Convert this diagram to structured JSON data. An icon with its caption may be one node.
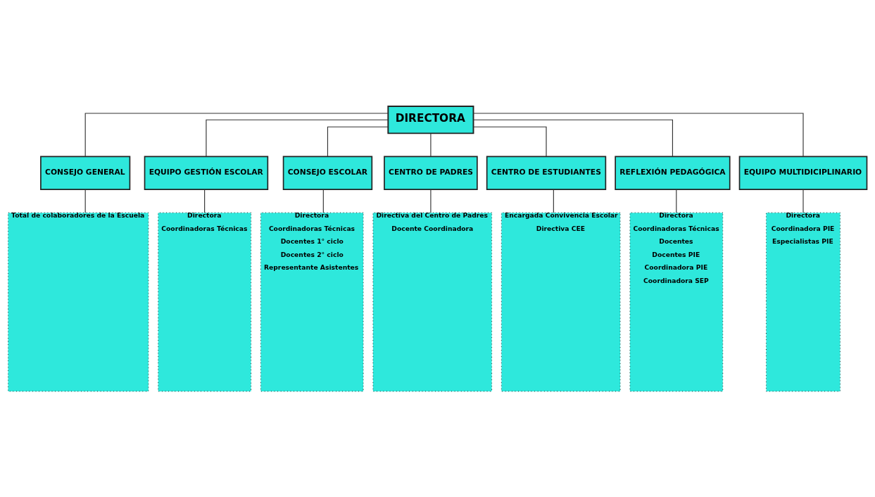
{
  "diagram": {
    "nodes": [
      {
        "text": [
          "DIRECTORA"
        ]
      },
      {
        "text": [
          "CONSEJO GENERAL"
        ]
      },
      {
        "text": [
          "EQUIPO GESTIÓN ESCOLAR"
        ]
      },
      {
        "text": [
          "CONSEJO ESCOLAR"
        ]
      },
      {
        "text": [
          "CENTRO DE PADRES"
        ]
      },
      {
        "text": [
          "CENTRO DE ESTUDIANTES"
        ]
      },
      {
        "text": [
          "REFLEXIÓN PEDAGÓGICA"
        ]
      },
      {
        "text": [
          "EQUIPO MULTIDICIPLINARIO"
        ]
      },
      {
        "text": [
          "Total de colaboradores de la Escuela"
        ]
      },
      {
        "text": [
          "Directora",
          "Coordinadoras Técnicas"
        ]
      },
      {
        "text": [
          "Directora",
          "Coordinadoras Técnicas",
          "Docentes 1° ciclo",
          "Docentes 2° ciclo",
          "Representante Asistentes"
        ]
      },
      {
        "text": [
          "Directiva del Centro de Padres",
          "Docente Coordinadora"
        ]
      },
      {
        "text": [
          "Encargada Convivencia Escolar",
          "Directiva CEE"
        ]
      },
      {
        "text": [
          "Directora",
          "Coordinadoras Técnicas",
          "Docentes",
          "Docentes PIE",
          "Coordinadora PIE",
          "Coordinadora SEP"
        ]
      },
      {
        "text": [
          "Directora",
          "Coordinadora PIE",
          "Especialistas PIE"
        ]
      }
    ],
    "edges": [
      {
        "from": 0,
        "to": 1,
        "arrow": "none"
      },
      {
        "from": 0,
        "to": 2,
        "arrow": "none"
      },
      {
        "from": 0,
        "to": 3,
        "arrow": "none"
      },
      {
        "from": 0,
        "to": 4,
        "arrow": "none"
      },
      {
        "from": 0,
        "to": 5,
        "arrow": "none"
      },
      {
        "from": 0,
        "to": 6,
        "arrow": "none"
      },
      {
        "from": 0,
        "to": 7,
        "arrow": "none"
      },
      {
        "from": 1,
        "to": 8,
        "arrow": "none"
      },
      {
        "from": 2,
        "to": 9,
        "arrow": "none"
      },
      {
        "from": 3,
        "to": 10,
        "arrow": "none"
      },
      {
        "from": 4,
        "to": 11,
        "arrow": "none"
      },
      {
        "from": 5,
        "to": 12,
        "arrow": "none"
      },
      {
        "from": 6,
        "to": 13,
        "arrow": "none"
      },
      {
        "from": 7,
        "to": 14,
        "arrow": "none"
      }
    ]
  }
}
